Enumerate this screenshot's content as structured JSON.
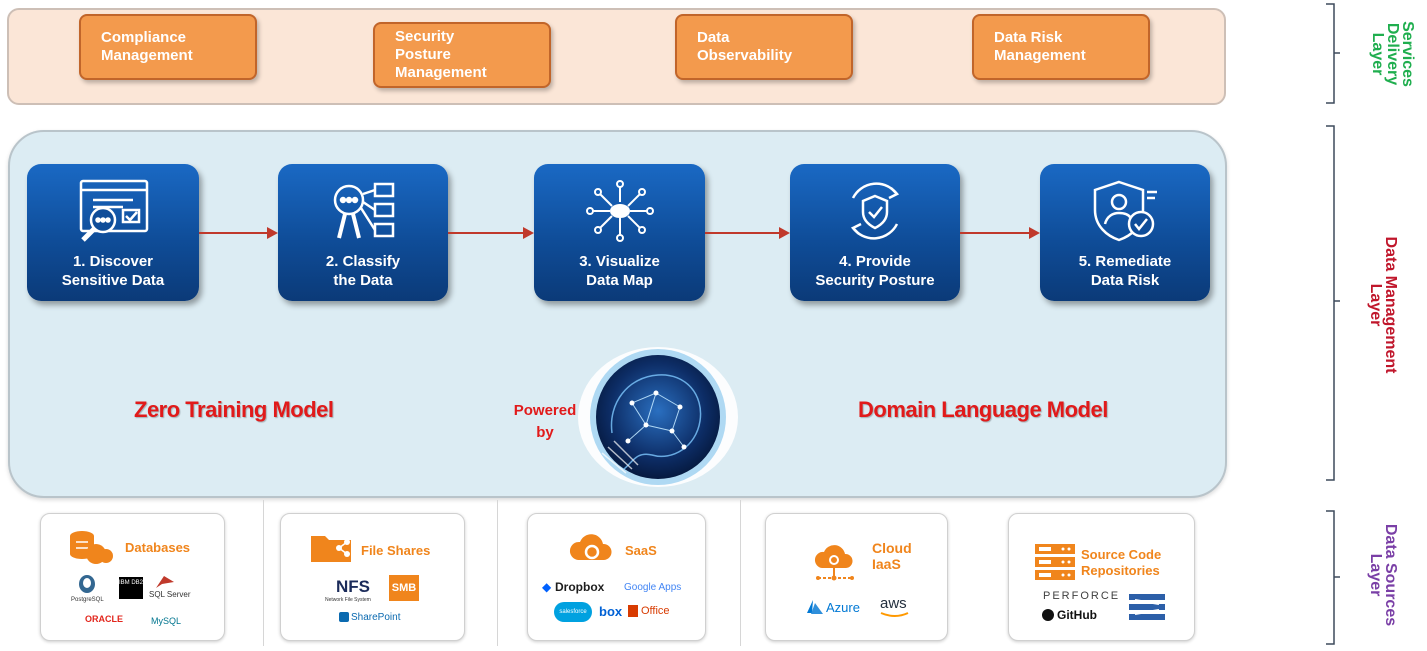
{
  "services": {
    "items": [
      {
        "label": "Compliance\nManagement"
      },
      {
        "label": "Security\nPosture\nManagement"
      },
      {
        "label": "Data\nObservability"
      },
      {
        "label": "Data Risk\nManagement"
      }
    ]
  },
  "layers": {
    "services_delivery": "Services\nDelivery\nLayer",
    "data_management": "Data Management\nLayer",
    "data_sources": "Data Sources\nLayer"
  },
  "steps": [
    {
      "label": "1. Discover\nSensitive  Data",
      "icon": "discover-icon"
    },
    {
      "label": "2. Classify\nthe Data",
      "icon": "classify-icon"
    },
    {
      "label": "3. Visualize\nData Map",
      "icon": "data-map-icon"
    },
    {
      "label": "4. Provide\nSecurity Posture",
      "icon": "security-posture-icon"
    },
    {
      "label": "5. Remediate\nData Risk",
      "icon": "remediate-icon"
    }
  ],
  "models": {
    "left": "Zero Training Model",
    "right": "Domain Language Model",
    "powered_by": "Powered\nby"
  },
  "sources": [
    {
      "title": "Databases",
      "logos": [
        "PostgreSQL",
        "IBM DB2",
        "SQL Server",
        "ORACLE",
        "MySQL"
      ]
    },
    {
      "title": "File Shares",
      "logos": [
        "NFS",
        "Network File System",
        "SMB",
        "SharePoint"
      ]
    },
    {
      "title": "SaaS",
      "logos": [
        "Dropbox",
        "Google Apps",
        "salesforce",
        "box",
        "Office"
      ]
    },
    {
      "title": "Cloud\nIaaS",
      "logos": [
        "Azure",
        "aws"
      ]
    },
    {
      "title": "Source Code\nRepositories",
      "logos": [
        "PERFORCE",
        "GitHub"
      ]
    }
  ],
  "colors": {
    "service_fill": "#f39a4d",
    "service_band": "#fbe6d7",
    "step_blue": "#0f4d99",
    "panel_blue": "#dcecf3",
    "model_red": "#e11a1a",
    "source_orange": "#f0851c",
    "services_green": "#1fae4e",
    "management_red": "#c0162b",
    "sources_purple": "#7a3fa6"
  }
}
